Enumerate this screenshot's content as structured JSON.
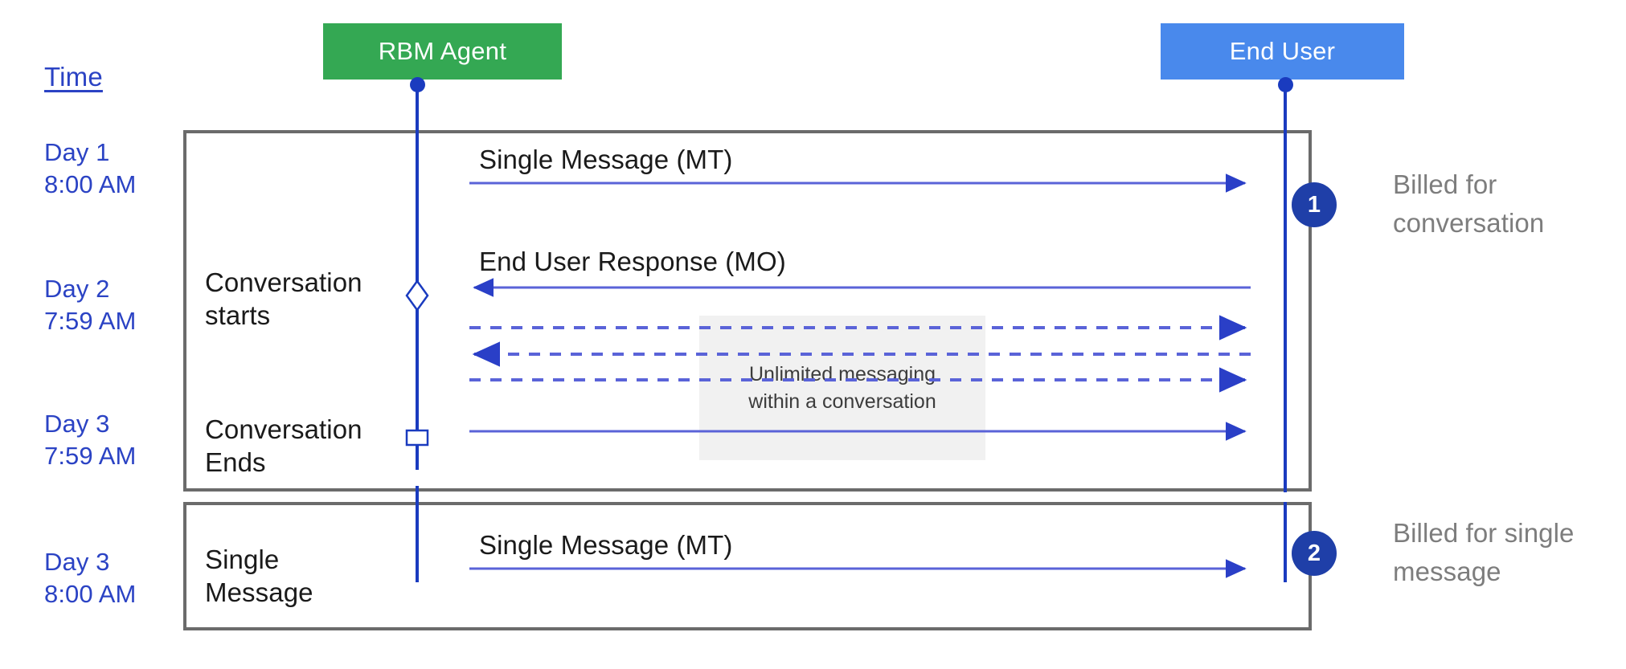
{
  "diagram": {
    "title_column": {
      "label": "Time"
    },
    "actors": [
      {
        "name": "rbm-agent",
        "label": "RBM Agent",
        "color": "#34a853"
      },
      {
        "name": "end-user",
        "label": "End User",
        "color": "#4989ec"
      }
    ],
    "time_labels": [
      {
        "id": "t1",
        "text": "Day 1\n8:00 AM"
      },
      {
        "id": "t2",
        "text": "Day 2\n7:59 AM"
      },
      {
        "id": "t3",
        "text": "Day 3\n7:59 AM"
      },
      {
        "id": "t4",
        "text": "Day 3\n8:00 AM"
      }
    ],
    "sections": [
      {
        "id": "conversation",
        "state_labels": [
          {
            "id": "start",
            "text": "Conversation\nstarts"
          },
          {
            "id": "end",
            "text": "Conversation\nEnds"
          }
        ],
        "badge": "1",
        "annotation": "Billed for\nconversation"
      },
      {
        "id": "single-message",
        "state_labels": [
          {
            "id": "single",
            "text": "Single\nMessage"
          }
        ],
        "badge": "2",
        "annotation": "Billed for single\nmessage"
      }
    ],
    "messages": [
      {
        "id": "m1",
        "label": "Single Message (MT)",
        "direction": "right",
        "style": "solid"
      },
      {
        "id": "m2",
        "label": "End User Response (MO)",
        "direction": "left",
        "style": "solid"
      },
      {
        "id": "m3",
        "label": "",
        "direction": "right",
        "style": "dashed"
      },
      {
        "id": "m4",
        "label": "",
        "direction": "left",
        "style": "dashed"
      },
      {
        "id": "m5",
        "label": "",
        "direction": "right",
        "style": "dashed"
      },
      {
        "id": "m6",
        "label": "",
        "direction": "right",
        "style": "solid"
      },
      {
        "id": "m7",
        "label": "Single Message (MT)",
        "direction": "right",
        "style": "solid"
      }
    ],
    "note": {
      "line1": "Unlimited messaging",
      "line2": "within a conversation"
    },
    "colors": {
      "agent_green": "#34a853",
      "user_blue": "#4989ec",
      "line_blue": "#3b4fd8",
      "badge_blue": "#1f3fa8",
      "time_blue": "#2b43c4",
      "annotation_gray": "#7d7d7d",
      "frame_gray": "#6b6b6b",
      "note_gray": "#f1f1f1"
    }
  }
}
